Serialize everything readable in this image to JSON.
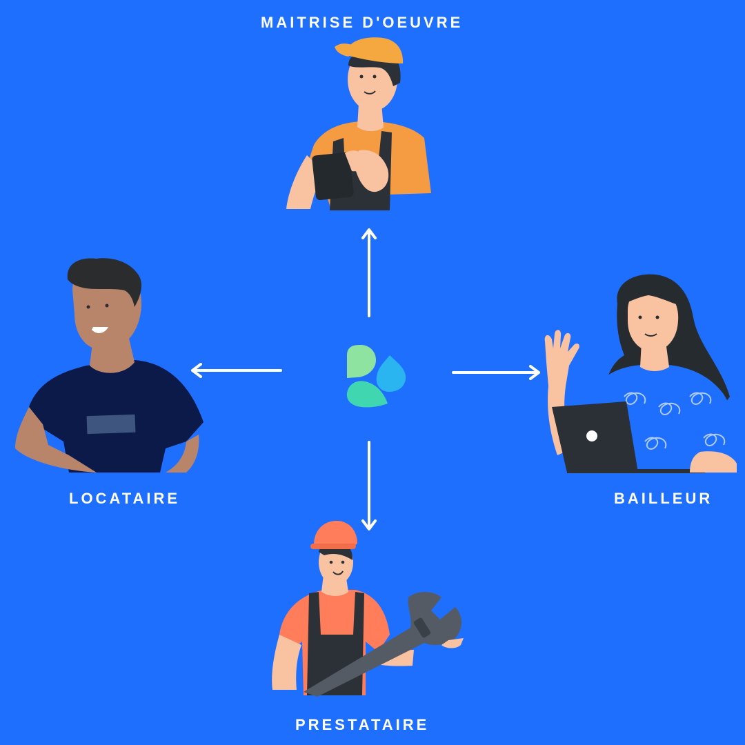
{
  "labels": {
    "top": "MAITRISE D'OEUVRE",
    "left": "LOCATAIRE",
    "right": "BAILLEUR",
    "bottom": "PRESTATAIRE"
  },
  "colors": {
    "background": "#1f6fff",
    "arrow": "#ffffff",
    "logo_green_light": "#8fe3a0",
    "logo_blue": "#2ab4f0",
    "logo_teal": "#3fd6b0"
  },
  "icons": [
    "logo-icon",
    "arrow-up-icon",
    "arrow-down-icon",
    "arrow-left-icon",
    "arrow-right-icon"
  ]
}
